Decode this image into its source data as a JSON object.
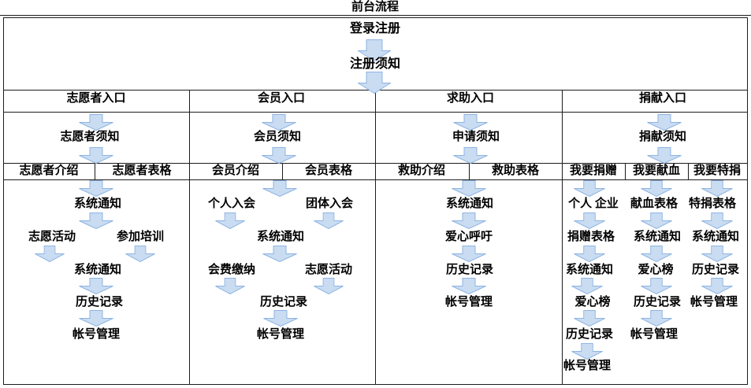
{
  "title": "前台流程",
  "top_flow": {
    "step1": "登录注册",
    "step2": "注册须知"
  },
  "columns": [
    {
      "header": "志愿者入口",
      "notice": "志愿者须知",
      "subheaders": [
        "志愿者介绍",
        "志愿者表格"
      ],
      "nodes": {
        "n1": "系统通知",
        "branch1_left": "志愿活动",
        "branch1_right": "参加培训",
        "n2": "系统通知",
        "n3": "历史记录",
        "n4": "帐号管理"
      }
    },
    {
      "header": "会员入口",
      "notice": "会员须知",
      "subheaders": [
        "会员介绍",
        "会员表格"
      ],
      "nodes": {
        "branch1_left": "个人入会",
        "branch1_right": "团体入会",
        "n1": "系统通知",
        "branch2_left": "会费缴纳",
        "branch2_right": "志愿活动",
        "n2": "历史记录",
        "n3": "帐号管理"
      }
    },
    {
      "header": "求助入口",
      "notice": "申请须知",
      "subheaders": [
        "救助介绍",
        "救助表格"
      ],
      "nodes": {
        "n1": "系统通知",
        "n2": "爱心呼吁",
        "n3": "历史记录",
        "n4": "帐号管理"
      }
    },
    {
      "header": "捐献入口",
      "notice": "捐献须知",
      "subheaders": [
        "我要捐赠",
        "我要献血",
        "我要特捐"
      ],
      "tracks": [
        [
          "个人 企业",
          "捐赠表格",
          "系统通知",
          "爱心榜",
          "历史记录",
          "帐号管理"
        ],
        [
          "献血表格",
          "系统通知",
          "爱心榜",
          "历史记录",
          "帐号管理"
        ],
        [
          "特捐表格",
          "系统通知",
          "历史记录",
          "帐号管理"
        ]
      ]
    }
  ],
  "colors": {
    "arrow_fill": "#c9dcf1",
    "arrow_stroke": "#8eb4e3",
    "border": "#1c1c1c",
    "text": "#000000",
    "background": "#ffffff"
  }
}
